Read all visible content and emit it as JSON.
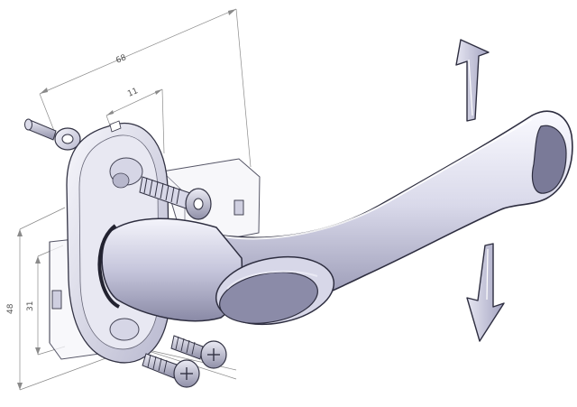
{
  "dimensions": {
    "total_width": "68",
    "spindle_offset": "11",
    "total_height": "48",
    "base_height": "31"
  },
  "colors": {
    "background": "#ffffff",
    "metal_light": "#f1f1f8",
    "metal_mid": "#c9c9df",
    "metal_dark": "#7e7e9e",
    "outline": "#333344",
    "dimension_line": "#8a8a8a",
    "arrow_fill": "#c8c8dc"
  },
  "icons": {
    "up_arrow": "rotate-up-arrow-icon",
    "down_arrow": "rotate-down-arrow-icon"
  }
}
